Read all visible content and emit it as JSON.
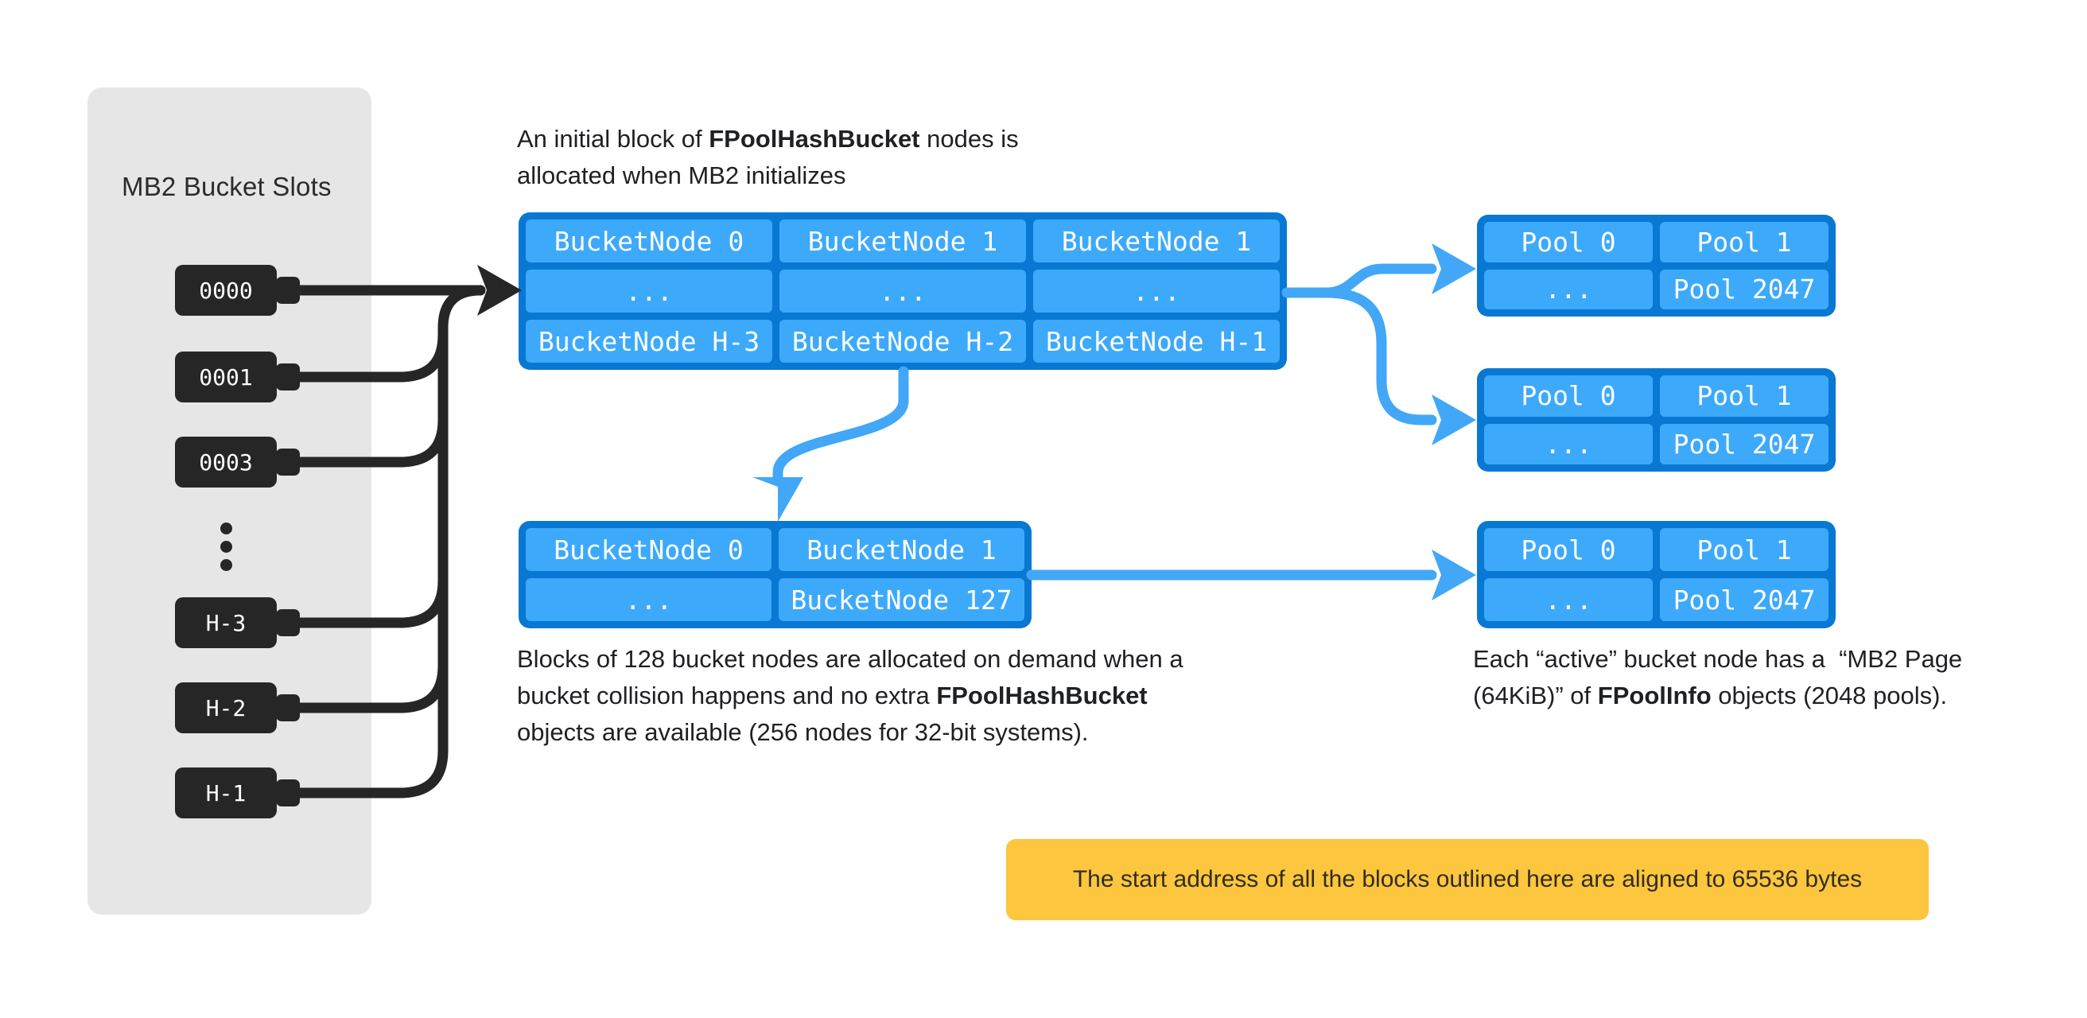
{
  "colors": {
    "blue_fill": "#3DA9FB",
    "blue_border": "#0878D3",
    "arrow_blue": "#42A7F7",
    "ink": "#262626",
    "panel_gray": "#E6E6E6",
    "note_yellow": "#FCC63F",
    "text_dark": "#1F2023"
  },
  "bucket_slots_panel": {
    "title": "MB2 Bucket Slots",
    "slots": [
      "0000",
      "0001",
      "0003",
      "H-3",
      "H-2",
      "H-1"
    ],
    "ellipsis_symbol": "⋮"
  },
  "captions": {
    "initial_block": {
      "lines": [
        [
          {
            "text": "An initial block of ",
            "bold": false
          },
          {
            "text": "FPoolHashBucket",
            "bold": true
          },
          {
            "text": " nodes is",
            "bold": false
          }
        ],
        [
          {
            "text": "allocated when MB2 initializes",
            "bold": false
          }
        ]
      ]
    },
    "on_demand_block": {
      "lines": [
        [
          {
            "text": "Blocks of 128 bucket nodes are allocated on demand when a",
            "bold": false
          }
        ],
        [
          {
            "text": "bucket collision happens and no extra ",
            "bold": false
          },
          {
            "text": "FPoolHashBucket",
            "bold": true
          }
        ],
        [
          {
            "text": "objects are available (256 nodes for 32-bit systems).",
            "bold": false
          }
        ]
      ]
    },
    "active_node": {
      "lines": [
        [
          {
            "text": "Each “active” bucket node has a  “MB2 Page",
            "bold": false
          }
        ],
        [
          {
            "text": "(64KiB)” of ",
            "bold": false
          },
          {
            "text": "FPoolInfo",
            "bold": true
          },
          {
            "text": " objects (2048 pools).",
            "bold": false
          }
        ]
      ]
    }
  },
  "tables": {
    "initial_block": {
      "rows": [
        [
          "BucketNode 0",
          "BucketNode 1",
          "BucketNode 1"
        ],
        [
          "...",
          "...",
          "..."
        ],
        [
          "BucketNode H-3",
          "BucketNode H-2",
          "BucketNode H-1"
        ]
      ]
    },
    "on_demand_block": {
      "rows": [
        [
          "BucketNode 0",
          "BucketNode 1"
        ],
        [
          "...",
          "BucketNode 127"
        ]
      ]
    },
    "pool_page_1": {
      "rows": [
        [
          "Pool 0",
          "Pool 1"
        ],
        [
          "...",
          "Pool 2047"
        ]
      ]
    },
    "pool_page_2": {
      "rows": [
        [
          "Pool 0",
          "Pool 1"
        ],
        [
          "...",
          "Pool 2047"
        ]
      ]
    },
    "pool_page_3": {
      "rows": [
        [
          "Pool 0",
          "Pool 1"
        ],
        [
          "...",
          "Pool 2047"
        ]
      ]
    }
  },
  "note": {
    "text": "The start address of all the blocks outlined here are aligned to 65536 bytes"
  }
}
